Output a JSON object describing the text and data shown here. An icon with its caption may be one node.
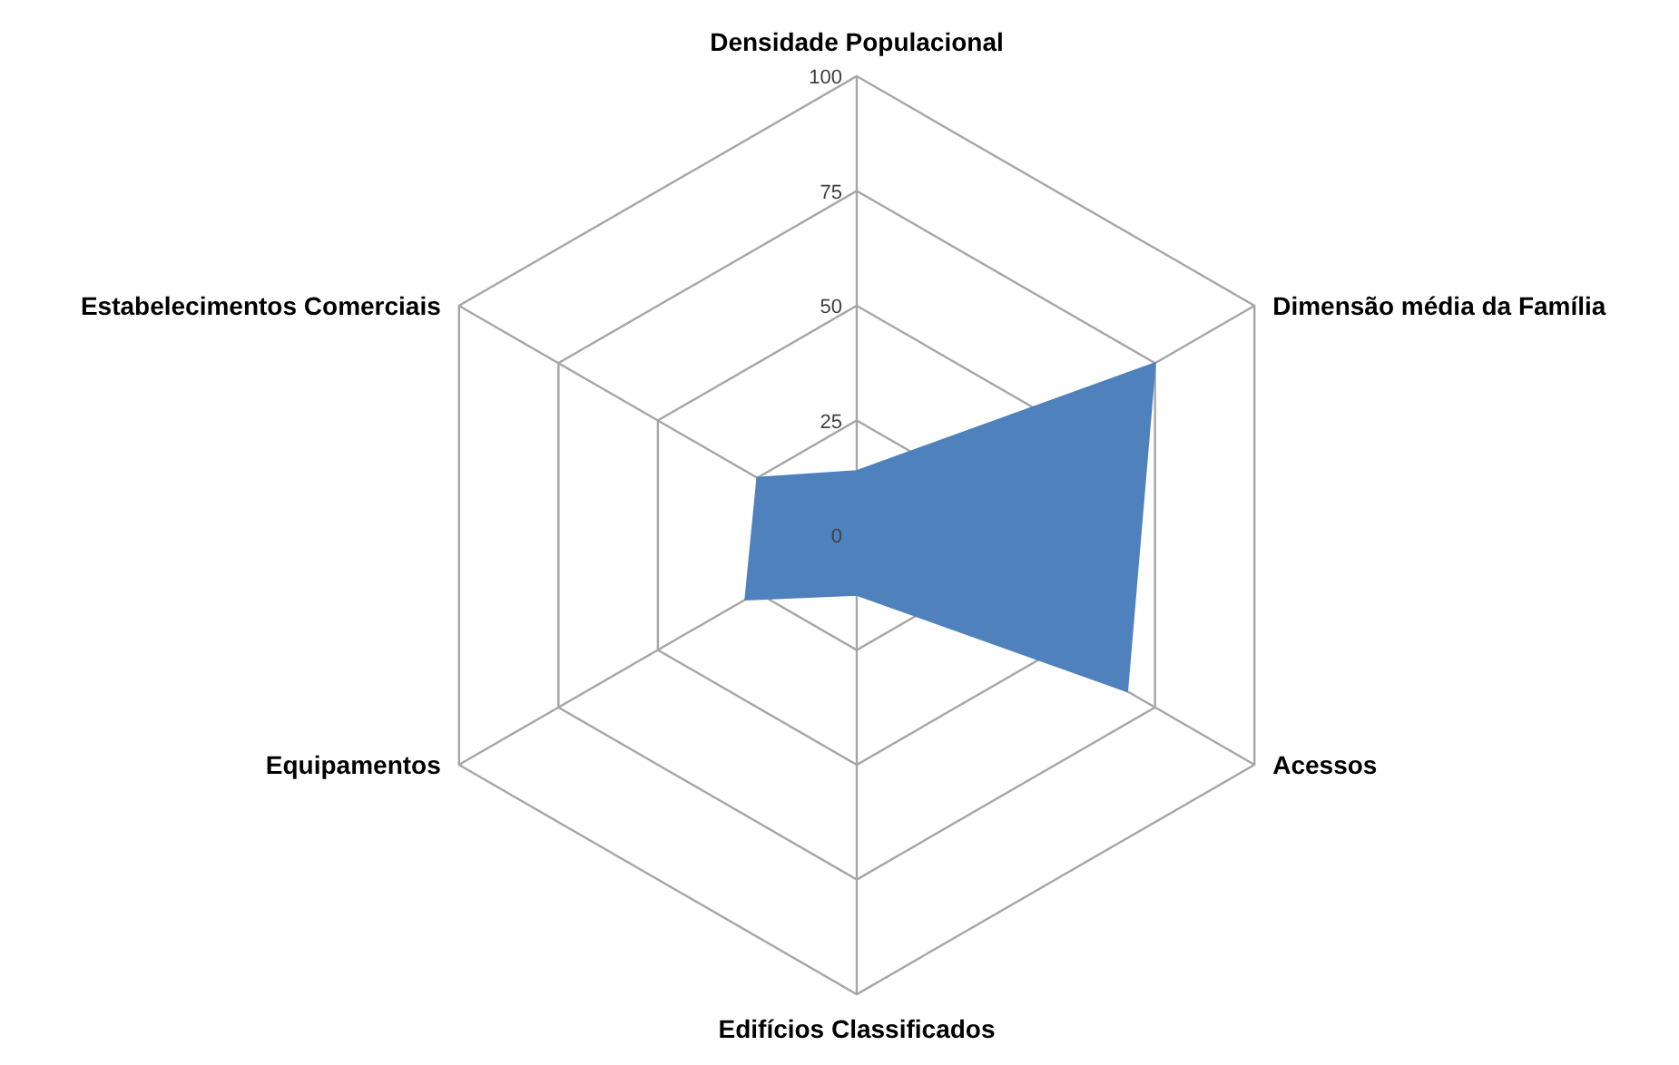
{
  "diagram": {
    "chart_data": {
      "type": "radar",
      "categories": [
        "Densidade Populacional",
        "Dimensão média da Família",
        "Acessos",
        "Edifícios Classificados",
        "Equipamentos",
        "Estabelecimentos Comerciais"
      ],
      "yticks": [
        0,
        25,
        50,
        75,
        100
      ],
      "ylim": [
        0,
        100
      ],
      "series": [
        {
          "color": "#4f81bd",
          "values": [
            14,
            75,
            68,
            13,
            28,
            25
          ]
        }
      ]
    }
  }
}
